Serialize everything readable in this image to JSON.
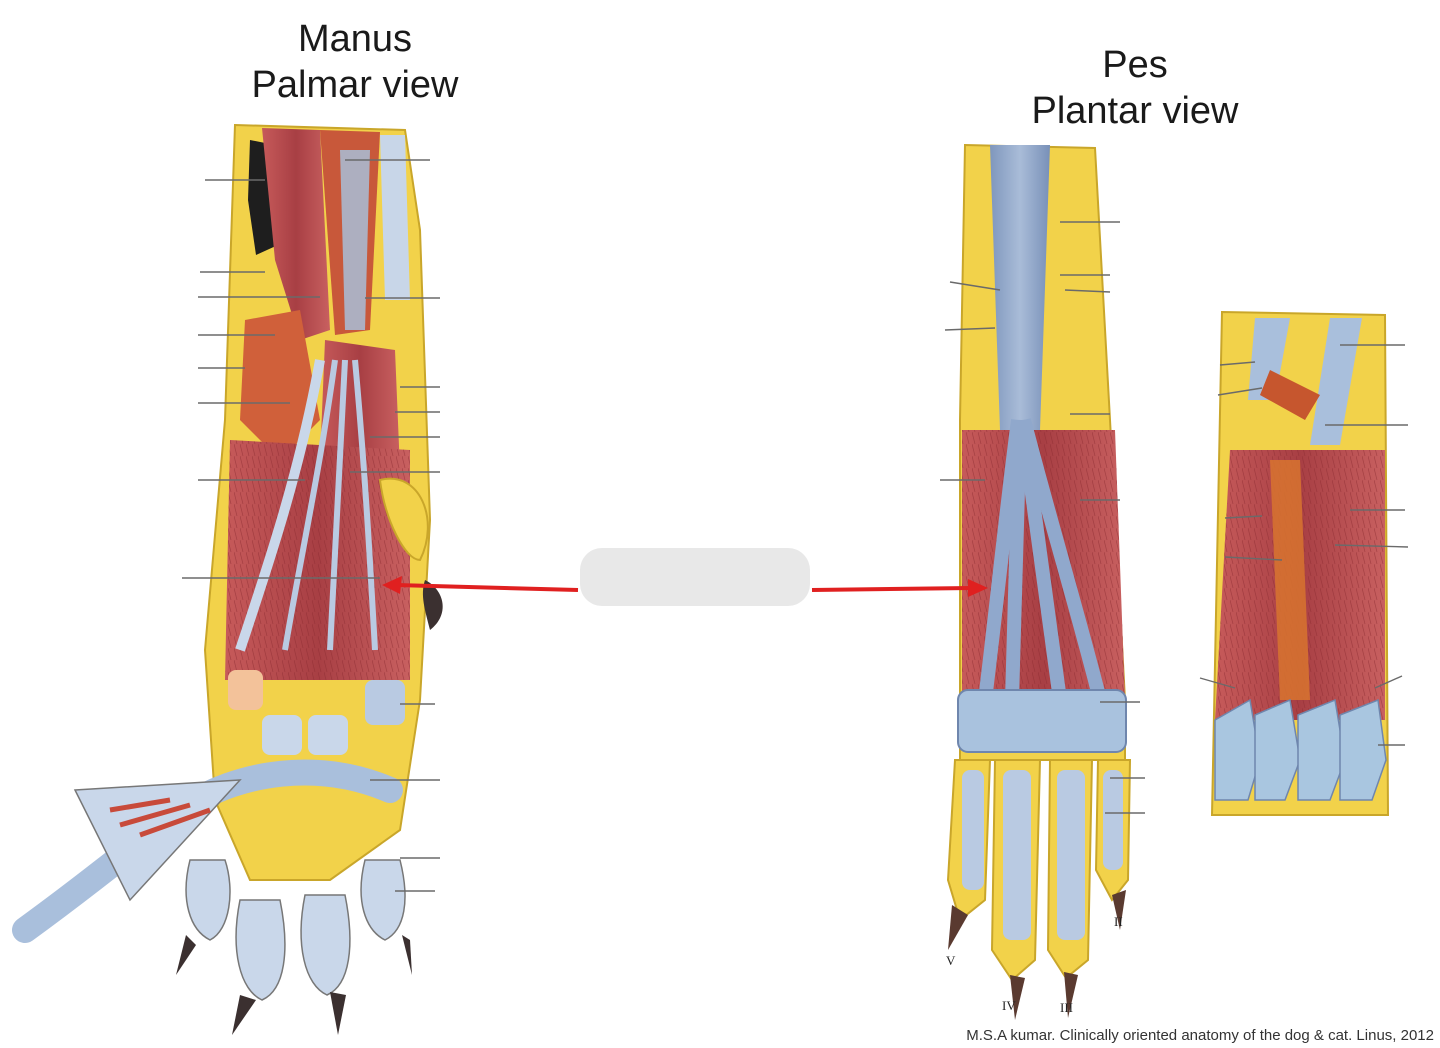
{
  "manus": {
    "title_line1": "Manus",
    "title_line2": "Palmar view"
  },
  "pes": {
    "title_line1": "Pes",
    "title_line2": "Plantar view",
    "digits": [
      "II",
      "III",
      "IV",
      "V"
    ]
  },
  "label_box": {
    "text": ""
  },
  "citation": "M.S.A kumar. Clinically oriented anatomy of the dog & cat. Linus, 2012",
  "colors": {
    "arrow": "#e02020",
    "muscle": "#b84a4a",
    "tendon": "#8fa6c6",
    "bone_fat": "#f2d24a",
    "pad": "#a9c6e0"
  }
}
